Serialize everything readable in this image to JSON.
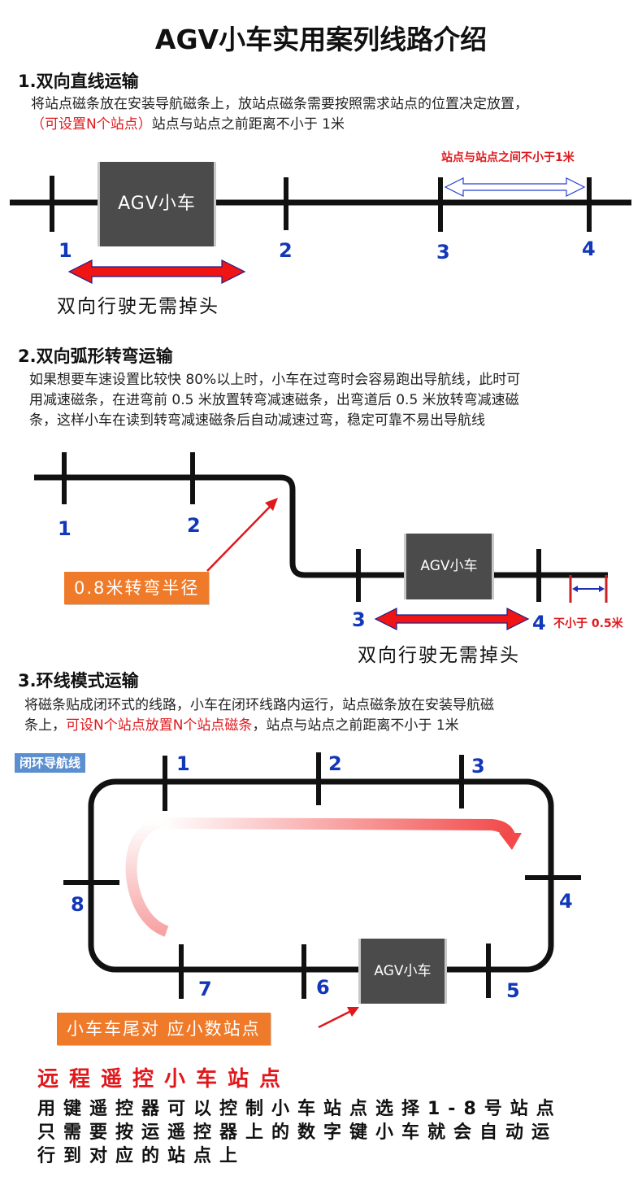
{
  "title": "AGV小车实用案列线路介绍",
  "section1": {
    "heading": "1.双向直线运输",
    "para_line1": "将站点磁条放在安装导航磁条上，放站点磁条需要按照需求站点的位置决定放置，",
    "para_line2_red": "（可设置N个站点）",
    "para_line2_rest": "站点与站点之前距离不小于 1米",
    "spacing_label": "站点与站点之间不小于1米",
    "agv_label": "AGV小车",
    "stations": [
      "1",
      "2",
      "3",
      "4"
    ],
    "caption": "双向行驶无需掉头"
  },
  "section2": {
    "heading": "2.双向弧形转弯运输",
    "para_line1": "如果想要车速设置比较快 80%以上时，小车在过弯时会容易跑出导航线，此时可",
    "para_line2": "用减速磁条，在进弯前 0.5 米放置转弯减速磁条，出弯道后 0.5 米放转弯减速磁",
    "para_line3": "条，这样小车在读到转弯减速磁条后自动减速过弯，稳定可靠不易出导航线",
    "radius_label": "0.8米转弯半径",
    "agv_label": "AGV小车",
    "stations": [
      "1",
      "2",
      "3",
      "4"
    ],
    "spacing_label": "不小于 0.5米",
    "caption": "双向行驶无需掉头"
  },
  "section3": {
    "heading": "3.环线模式运输",
    "para_line1": "将磁条贴成闭环式的线路，小车在闭环线路内运行，站点磁条放在安装导航磁",
    "para_line2_start": "条上，",
    "para_line2_red": "可设N个站点放置N个站点磁条",
    "para_line2_rest": "，站点与站点之前距离不小于 1米",
    "loop_tag": "闭环导航线",
    "agv_label": "AGV小车",
    "stations": [
      "1",
      "2",
      "3",
      "4",
      "5",
      "6",
      "7",
      "8"
    ],
    "tail_label": "小车车尾对 应小数站点"
  },
  "remote": {
    "title": "远程遥控小车站点",
    "line1": "用键遥控器可以控制小车站点选择1-8号站点",
    "line2": "只需要按运遥控器上的数字键小车就会自动运",
    "line3": "行到对应的站点上"
  },
  "colors": {
    "red": "#e0181c",
    "blue_number": "#1237b8",
    "orange": "#ef7b2a",
    "agv_body": "#4b4b4b",
    "tag_blue": "#5b8fd0"
  }
}
